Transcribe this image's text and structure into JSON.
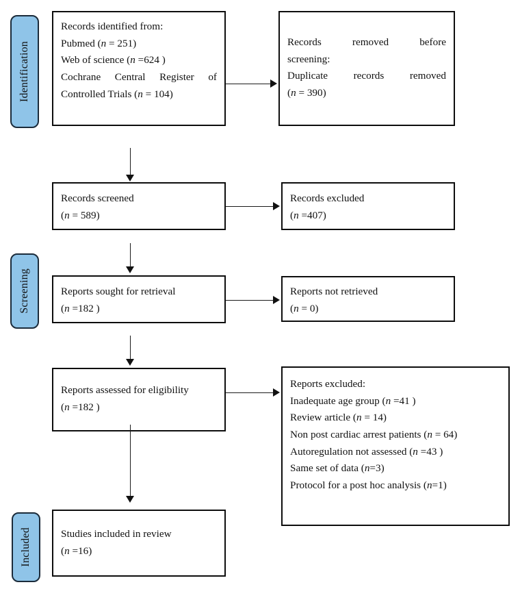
{
  "diagram": {
    "type": "prisma-flow-diagram",
    "accent_color": "#8FC4E8",
    "border_color": "#0d0d0d",
    "background_color": "#ffffff"
  },
  "stages": {
    "identification": "Identification",
    "screening": "Screening",
    "included": "Included"
  },
  "boxes": {
    "records_identified": {
      "line1": "Records identified from:",
      "line2_label": "Pubmed (",
      "line2_n": "n",
      "line2_value": " = 251)",
      "line3_label": "Web of science (",
      "line3_n": "n",
      "line3_value": " =624 )",
      "line4_label": "Cochrane Central Register of",
      "line5_label": "Controlled Trials (",
      "line5_n": "n",
      "line5_value": " = 104)"
    },
    "records_removed": {
      "line1": "Records removed before",
      "line2": "screening:",
      "line3": "Duplicate records removed",
      "line4_open": "(",
      "line4_n": "n",
      "line4_value": " = 390)"
    },
    "records_screened": {
      "line1": "Records screened",
      "line2_open": "(",
      "line2_n": "n",
      "line2_value": " = 589)"
    },
    "records_excluded": {
      "line1": "Records excluded",
      "line2_open": "(",
      "line2_n": "n",
      "line2_value": " =407)"
    },
    "reports_sought": {
      "line1": "Reports sought for retrieval",
      "line2_open": "(",
      "line2_n": "n",
      "line2_value": " =182 )"
    },
    "reports_not_retrieved": {
      "line1": "Reports not retrieved",
      "line2_open": "(",
      "line2_n": "n",
      "line2_value": " = 0)"
    },
    "reports_assessed": {
      "line1": "Reports assessed for eligibility",
      "line2_open": "(",
      "line2_n": "n",
      "line2_value": " =182 )"
    },
    "reports_excluded": {
      "heading": "Reports excluded:",
      "reasons": [
        {
          "label": "Inadequate age group (",
          "n": "n",
          "value": " =41 )"
        },
        {
          "label": "Review article (",
          "n": "n",
          "value": " = 14)"
        },
        {
          "label": "Non post cardiac arrest patients (",
          "n": "n",
          "value": " = 64)"
        },
        {
          "label": "Autoregulation not assessed (",
          "n": "n",
          "value": " =43 )"
        },
        {
          "label": "Same set of data (",
          "n": "n",
          "value": "=3)"
        },
        {
          "label": "Protocol for a post hoc analysis (",
          "n": "n",
          "value": "=1)"
        }
      ]
    },
    "studies_included": {
      "line1": "Studies included in review",
      "line2_open": "(",
      "line2_n": "n",
      "line2_value": " =16)"
    }
  },
  "counts": {
    "pubmed": 251,
    "web_of_science": 624,
    "cochrane": 104,
    "duplicates_removed": 390,
    "records_screened": 589,
    "records_excluded": 407,
    "reports_sought": 182,
    "reports_not_retrieved": 0,
    "reports_assessed": 182,
    "excluded_inadequate_age_group": 41,
    "excluded_review_article": 14,
    "excluded_non_post_cardiac_arrest": 64,
    "excluded_autoregulation_not_assessed": 43,
    "excluded_same_set_of_data": 3,
    "excluded_protocol_post_hoc": 1,
    "studies_included": 16
  }
}
